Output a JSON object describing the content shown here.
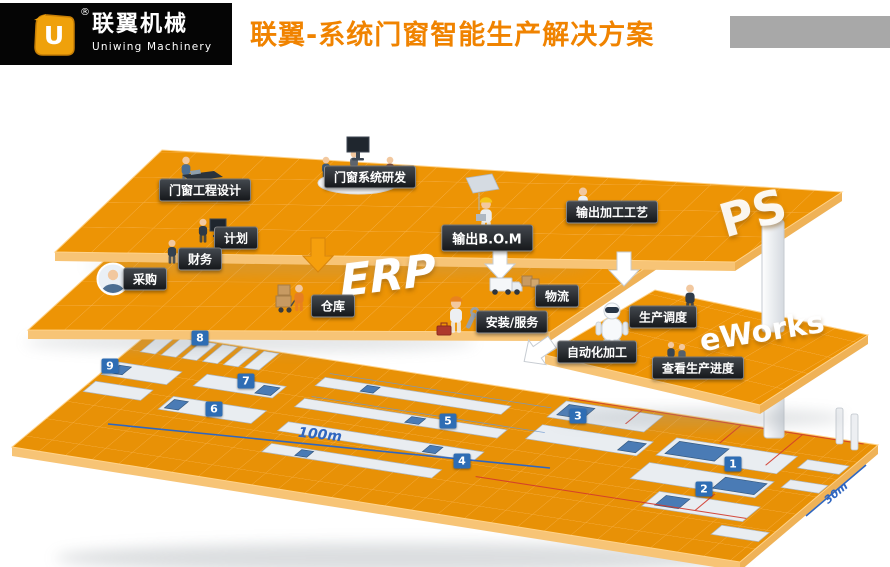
{
  "header": {
    "brand_cn": "联翼机械",
    "brand_en": "Uniwing Machinery",
    "registered": "®",
    "logo_letter": "U",
    "title": "联翼-系统门窗智能生产解决方案"
  },
  "layers": {
    "ps_label": "PS",
    "erp_label": "ERP",
    "eworks_label": "eWorks"
  },
  "tags": {
    "design": "门窗工程设计",
    "rd": "门窗系统研发",
    "bom": "输出B.O.M",
    "craft": "输出加工工艺",
    "plan": "计划",
    "finance": "财务",
    "purchase": "采购",
    "warehouse": "仓库",
    "logistics": "物流",
    "install": "安装/服务",
    "dispatch": "生产调度",
    "auto_machining": "自动化加工",
    "view_progress": "查看生产进度"
  },
  "factory": {
    "stations": [
      "1",
      "2",
      "3",
      "4",
      "5",
      "6",
      "7",
      "8",
      "9"
    ],
    "length_label": "100m",
    "width_label": "30m"
  },
  "colors": {
    "accent_orange": "#F08300",
    "platform_orange": "#ED9405",
    "marker_blue": "#2E6DB4",
    "dimension_blue": "#2F66C0"
  }
}
